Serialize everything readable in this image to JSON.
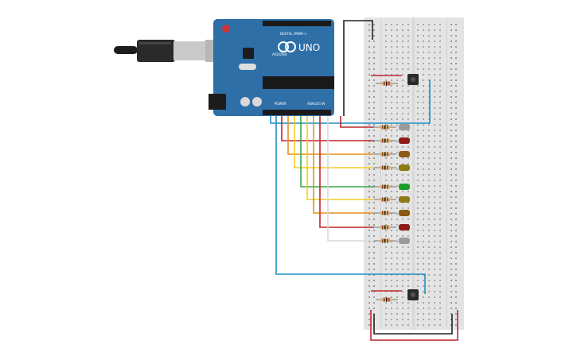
{
  "board": {
    "logo_text": "UNO",
    "digital_label": "DIGITAL (PWM~)",
    "analog_label": "ANALOG IN",
    "power_label": "POWER",
    "brand_text": "ARDUINO"
  },
  "colors": {
    "board_blue": "#2f6fa8",
    "breadboard": "#e4e4e4",
    "wire_red": "#c0272d",
    "wire_black": "#222222",
    "wire_blue": "#1f8fc7",
    "wire_orange": "#e8901c",
    "wire_yellow": "#f2cc2b",
    "wire_green": "#3aa84a",
    "wire_white": "#d9d9d9"
  },
  "leds": [
    {
      "color": "gray",
      "hex": "#9a9a9a"
    },
    {
      "color": "red",
      "hex": "#8e1a1a"
    },
    {
      "color": "orange",
      "hex": "#8a5a14"
    },
    {
      "color": "yellow",
      "hex": "#8f7a14"
    },
    {
      "color": "green",
      "hex": "#1e9c2a"
    },
    {
      "color": "yellow",
      "hex": "#8f7a14"
    },
    {
      "color": "orange",
      "hex": "#8a5a14"
    },
    {
      "color": "red",
      "hex": "#8e1a1a"
    },
    {
      "color": "gray",
      "hex": "#9a9a9a"
    }
  ],
  "wires_to_leds": [
    "#c0272d",
    "#e8901c",
    "#f2cc2b",
    "#3aa84a",
    "#f2cc2b",
    "#e8901c",
    "#c0272d",
    "#d9d9d9",
    "#c0272d"
  ],
  "buttons": [
    "top-pushbutton",
    "bottom-pushbutton"
  ]
}
